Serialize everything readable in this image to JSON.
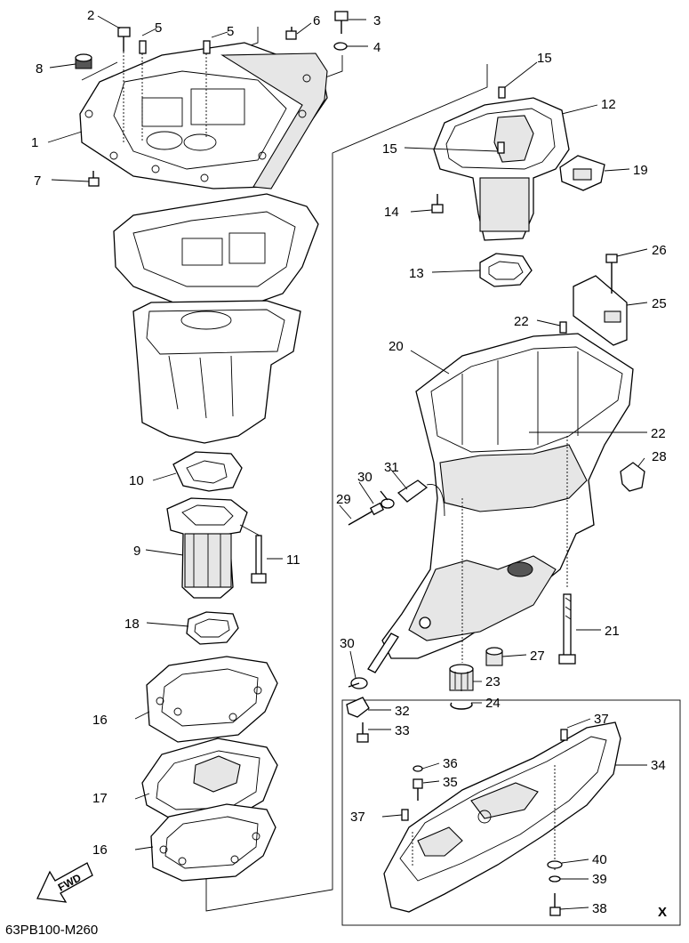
{
  "diagram": {
    "code": "63PB100-M260",
    "fwd_label": "FWD",
    "inset_label": "X",
    "callouts": [
      "1",
      "2",
      "3",
      "4",
      "5",
      "6",
      "7",
      "8",
      "9",
      "10",
      "11",
      "12",
      "13",
      "14",
      "15",
      "16",
      "17",
      "18",
      "19",
      "20",
      "21",
      "22",
      "23",
      "24",
      "25",
      "26",
      "27",
      "28",
      "29",
      "30",
      "31",
      "32",
      "33",
      "34",
      "35",
      "36",
      "37",
      "38",
      "39",
      "40"
    ]
  }
}
